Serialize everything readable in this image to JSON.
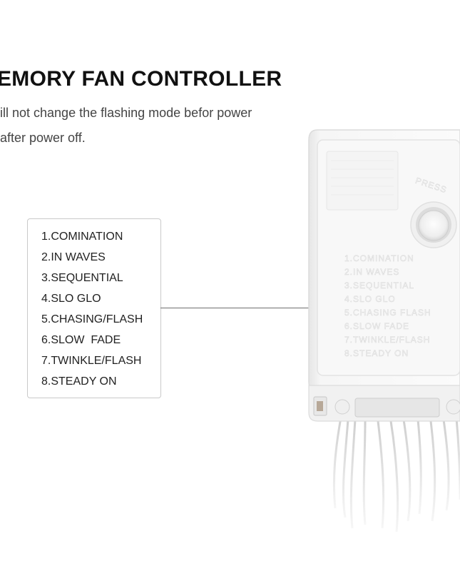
{
  "heading": {
    "title": "EMORY FAN CONTROLLER",
    "line1": "ill not change the flashing mode befor power",
    "line2": "after power off."
  },
  "modes": [
    "1.COMINATION",
    "2.IN WAVES",
    "3.SEQUENTIAL",
    "4.SLO GLO",
    "5.CHASING/FLASH",
    "6.SLOW  FADE",
    "7.TWINKLE/FLASH",
    "8.STEADY ON"
  ],
  "device": {
    "button_label": "PRESS",
    "embossed_modes": [
      "1.COMINATION",
      "2.IN WAVES",
      "3.SEQUENTIAL",
      "4.SLO GLO",
      "5.CHASING FLASH",
      "6.SLOW  FADE",
      "7.TWINKLE/FLASH",
      "8.STEADY ON"
    ]
  }
}
